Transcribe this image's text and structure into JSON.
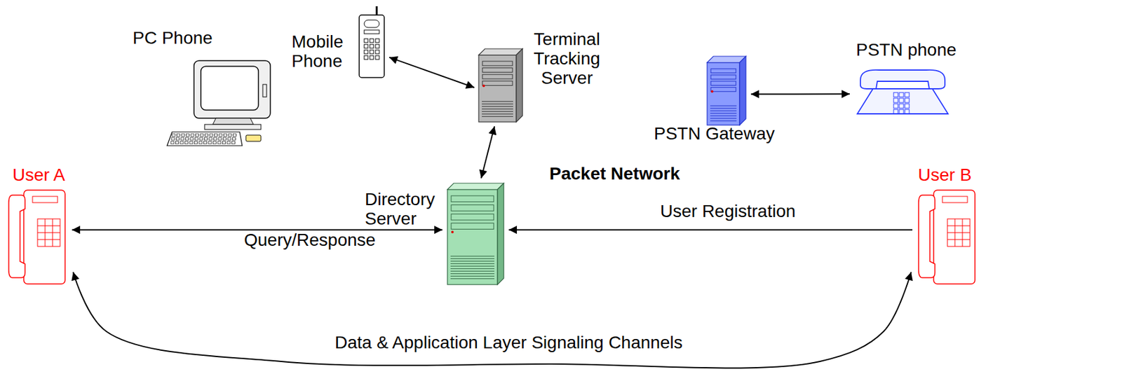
{
  "diagram": {
    "nodes": [
      {
        "text": [
          "PC Phone"
        ]
      },
      {
        "text": [
          "Mobile Phone"
        ]
      },
      {
        "text": [
          "Packet Network"
        ]
      },
      {
        "text": [
          "Terminal Tracking Server"
        ],
        "in": 2
      },
      {
        "text": [
          "PSTN Gateway"
        ],
        "in": 2
      },
      {
        "text": [
          "PSTN phone"
        ]
      },
      {
        "text": [
          "Directory Server"
        ],
        "in": 2
      },
      {
        "text": [
          "User A"
        ]
      },
      {
        "text": [
          "User B"
        ]
      }
    ],
    "edges": [
      {
        "from": 1,
        "to": 3,
        "arrow": "both"
      },
      {
        "from": 3,
        "to": 6,
        "arrow": "both"
      },
      {
        "from": 4,
        "to": 5,
        "arrow": "both"
      },
      {
        "from": 7,
        "to": 6,
        "label": "Query/Response",
        "arrow": "both"
      },
      {
        "from": 8,
        "to": 6,
        "label": "User Registration",
        "arrow": "to"
      },
      {
        "from": 7,
        "to": 8,
        "label": "Data & Application Layer Signaling Channels",
        "arrow": "both"
      }
    ]
  }
}
